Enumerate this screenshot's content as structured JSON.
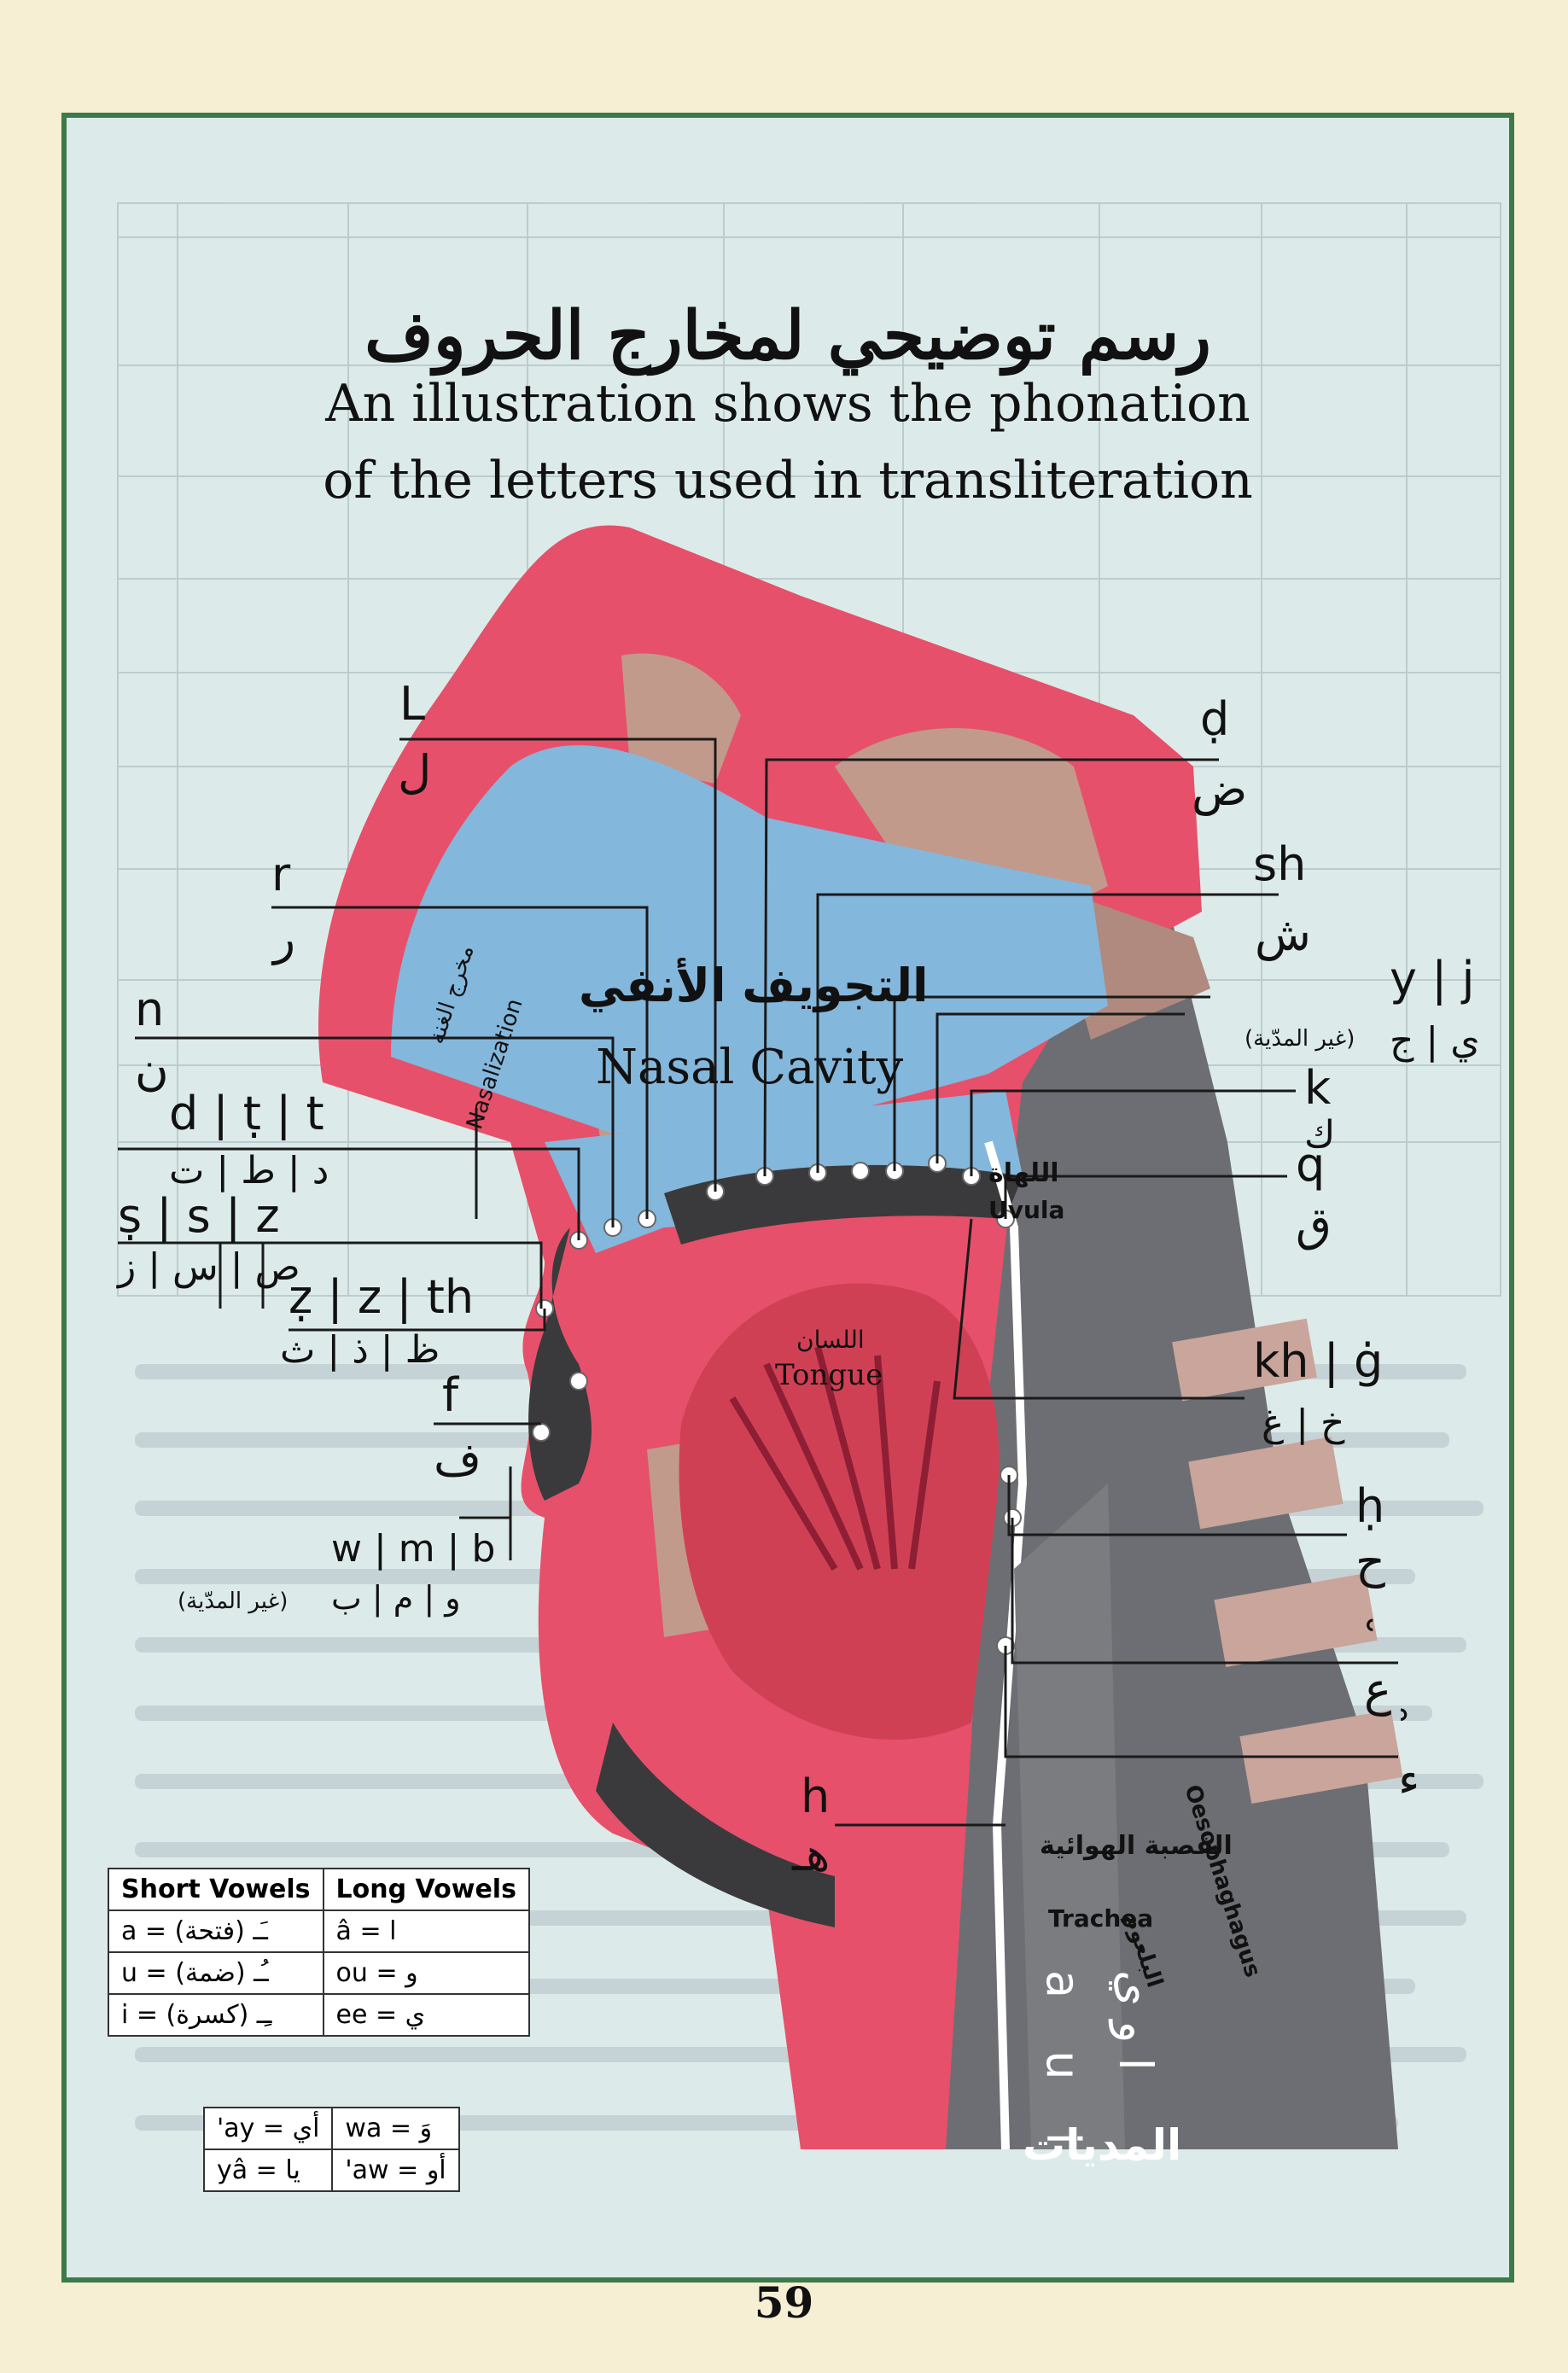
{
  "title": {
    "arabic": "رسم توضيحي لمخارج الحروف",
    "english_line1": "An illustration shows the phonation",
    "english_line2": "of the letters used in transliteration"
  },
  "regions": {
    "nasal_cavity_ar": "التجويف الأنفي",
    "nasal_cavity_en": "Nasal Cavity",
    "nasalization_ar": "مخرج الغنة",
    "nasalization_en": "Nasalization",
    "uvula_ar": "اللهاة",
    "uvula_en": "Uvula",
    "tongue_ar": "اللسان",
    "tongue_en": "Tongue",
    "trachea_ar": "القصبة الهوائية",
    "trachea_en": "Trachea",
    "oesophagus_ar": "البلعوم",
    "oesophagus_en": "Oesophaghagus",
    "long_vowels_ar": "المديات",
    "long_vowel_latin": "a u i",
    "long_vowel_arabic": "ا و ي"
  },
  "letters": {
    "L": {
      "lat": "L",
      "ar": "ل"
    },
    "r": {
      "lat": "r",
      "ar": "ر"
    },
    "n": {
      "lat": "n",
      "ar": "ن"
    },
    "dtt": {
      "lat": "d | ṭ | t",
      "ar": "د | ط | ت"
    },
    "ssz": {
      "lat": "ṣ | s | z",
      "ar": "ص | س | ز"
    },
    "zzth": {
      "lat": "ẓ | z | th",
      "ar": "ظ | ذ | ث"
    },
    "f": {
      "lat": "f",
      "ar": "ف"
    },
    "wmb": {
      "lat": "w | m | b",
      "ar": "و | م | ب",
      "note": "(غير المدّية)"
    },
    "d_dot": {
      "lat": "ḍ",
      "ar": "ض"
    },
    "sh": {
      "lat": "sh",
      "ar": "ش"
    },
    "yj": {
      "lat": "y | j",
      "ar": "ي | ج",
      "note": "(غير المدّية)"
    },
    "k": {
      "lat": "k",
      "ar": "ك"
    },
    "q": {
      "lat": "q",
      "ar": "ق"
    },
    "khg": {
      "lat": "kh | ġ",
      "ar": "خ | غ"
    },
    "h_dot": {
      "lat": "ḥ",
      "ar": "ح"
    },
    "ain": {
      "lat": "ʿ",
      "ar": "ع"
    },
    "hamza": {
      "lat": "ʾ",
      "ar": "ء"
    },
    "h": {
      "lat": "h",
      "ar": "هـ"
    }
  },
  "vowels_table": {
    "header_short": "Short Vowels",
    "header_long": "Long Vowels",
    "short": [
      "a = ـَـ (فتحة)",
      "u = ـُـ (ضمة)",
      "i = ـِـ (كسرة)"
    ],
    "long": [
      "â = ا",
      "ou = و",
      "ee = ي"
    ]
  },
  "diphthongs_table": {
    "left": [
      "'ay = أي",
      "yâ = يا"
    ],
    "right": [
      "wa = وَ",
      "'aw = أو"
    ]
  },
  "page_number": "59"
}
